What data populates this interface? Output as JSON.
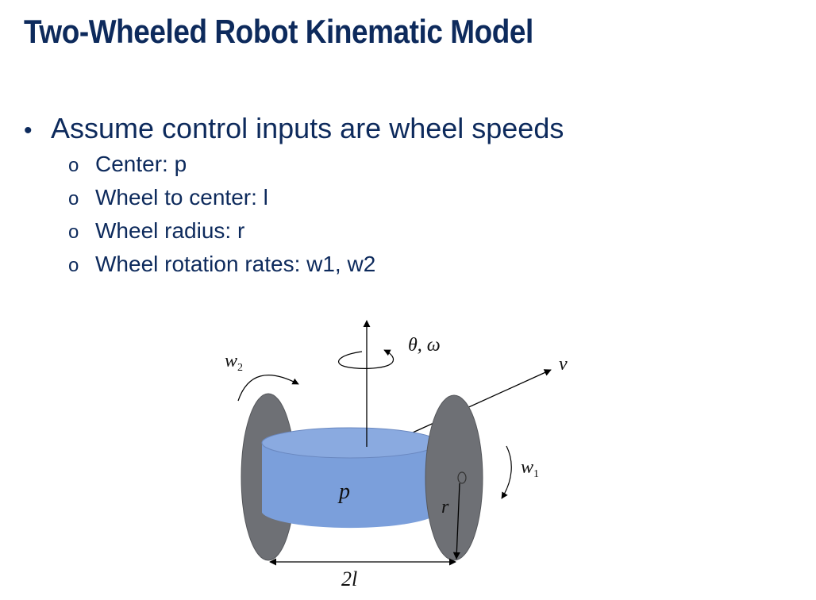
{
  "slide": {
    "title": "Two-Wheeled Robot Kinematic Model"
  },
  "bullets": {
    "main": "Assume control inputs are wheel speeds",
    "bullet_glyph": "•",
    "sub_glyph": "o",
    "items": [
      "Center: p",
      "Wheel to center: l",
      "Wheel radius: r",
      "Wheel rotation rates: w1, w2"
    ]
  },
  "diagram": {
    "label_w2": "w",
    "label_w2_sub": "2",
    "label_w1": "w",
    "label_w1_sub": "1",
    "label_theta_omega": "θ, ω",
    "label_v": "v",
    "label_p": "p",
    "label_r": "r",
    "label_2l": "2l",
    "colors": {
      "body": "#7b9fdb",
      "body_top": "#8aaae0",
      "wheel": "#6e7075",
      "wheel_edge": "#55575b",
      "line": "#000000",
      "title": "#0d2a5c"
    }
  }
}
